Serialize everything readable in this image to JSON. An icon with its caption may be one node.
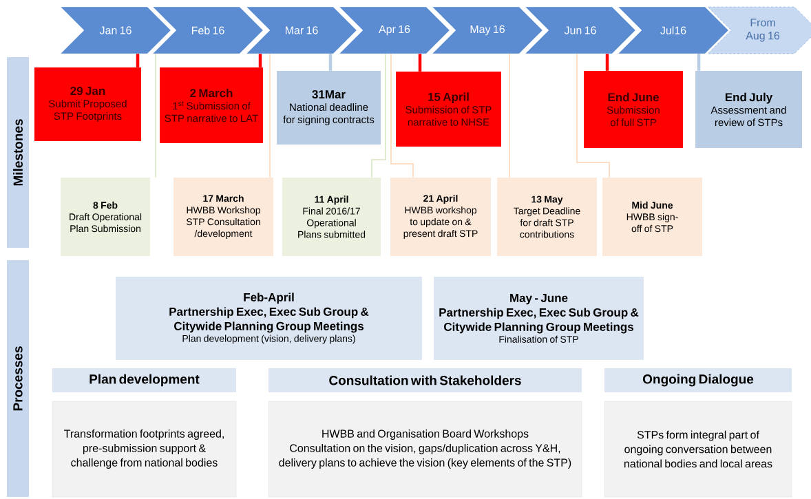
{
  "diagram": {
    "nodes": [
      {
        "text": [
          "Jan 16"
        ]
      },
      {
        "text": [
          "Feb 16"
        ]
      },
      {
        "text": [
          "Mar 16"
        ]
      },
      {
        "text": [
          "Apr 16"
        ]
      },
      {
        "text": [
          "May 16"
        ]
      },
      {
        "text": [
          "Jun 16"
        ]
      },
      {
        "text": [
          "Jul16"
        ]
      },
      {
        "text": [
          "From Aug 16"
        ]
      },
      {
        "text": [
          "Milestones"
        ]
      },
      {
        "text": [
          "29 Jan",
          "Submit Proposed STP Footprints"
        ]
      },
      {
        "text": [
          "2 March",
          "1$^{st}$ Submission of STP narrative to LAT"
        ]
      },
      {
        "text": [
          "31Mar",
          "National deadline for signing contracts"
        ]
      },
      {
        "text": [
          "15 April",
          "Submission of STP narrative to NHSE"
        ]
      },
      {
        "text": [
          "End June",
          "Submission of full STP"
        ]
      },
      {
        "text": [
          "End July",
          "Assessment and review of STPs"
        ]
      },
      {
        "text": [
          "8 Feb",
          "Draft Operational Plan Submission"
        ]
      },
      {
        "text": [
          "17 March",
          "HWBB Workshop STP Consultation /development"
        ]
      },
      {
        "text": [
          "11 April",
          "Final 2016/17 Operational Plans submitted"
        ]
      },
      {
        "text": [
          "21 April",
          "HWBB workshop to update on & present draft STP"
        ]
      },
      {
        "text": [
          "13 May",
          "Target Deadline for draft STP contributions"
        ]
      },
      {
        "text": [
          "Mid June",
          "HWBB sign-off of STP"
        ]
      },
      {
        "text": [
          "Processes"
        ]
      },
      {
        "text": [
          "Feb-April",
          "Partnership Exec, Exec Sub Group & Citywide Planning Group Meetings",
          "Plan development  (vision, delivery plans)"
        ]
      },
      {
        "text": [
          "May - June",
          "Partnership Exec, Exec Sub Group & Citywide Planning Group Meetings",
          "Finalisation of STP"
        ]
      },
      {
        "text": [
          "Plan development"
        ]
      },
      {
        "text": [
          "Consultation with Stakeholders"
        ]
      },
      {
        "text": [
          "Ongoing Dialogue"
        ]
      },
      {
        "text": [
          "Transformation footprints agreed, pre-submission support & challenge from national bodies"
        ]
      },
      {
        "text": [
          "HWBB and Organisation Board Workshops",
          "Consultation on the vision, gaps/duplication across Y&H, delivery plans to achieve the vision (key elements of the STP)"
        ]
      },
      {
        "text": [
          "STPs form integral part of ongoing conversation between national bodies and local areas"
        ]
      }
    ],
    "edges": [
      {
        "from": 9,
        "to": 0,
        "arrow": "none",
        "style": "thick",
        "color": "#ff0000"
      },
      {
        "from": 15,
        "to": 1,
        "arrow": "none",
        "color": "#d7e4bd"
      },
      {
        "from": 10,
        "to": 2,
        "arrow": "none",
        "style": "thick",
        "color": "#ff0000"
      },
      {
        "from": 16,
        "to": 2,
        "arrow": "none",
        "color": "#fcd5b4"
      },
      {
        "from": 11,
        "to": 2,
        "arrow": "none",
        "style": "thick",
        "color": "#b9cde5"
      },
      {
        "from": 17,
        "to": 3,
        "arrow": "none",
        "color": "#d7e4bd"
      },
      {
        "from": 12,
        "to": 3,
        "arrow": "none",
        "style": "thick",
        "color": "#ff0000"
      },
      {
        "from": 18,
        "to": 3,
        "arrow": "none",
        "color": "#fcd5b4"
      },
      {
        "from": 19,
        "to": 4,
        "arrow": "none",
        "color": "#fcd5b4"
      },
      {
        "from": 13,
        "to": 5,
        "arrow": "none",
        "style": "thick",
        "color": "#ff0000"
      },
      {
        "from": 20,
        "to": 5,
        "arrow": "none",
        "color": "#fcd5b4"
      },
      {
        "from": 14,
        "to": 6,
        "arrow": "none",
        "style": "thick",
        "color": "#b9cde5"
      }
    ]
  }
}
